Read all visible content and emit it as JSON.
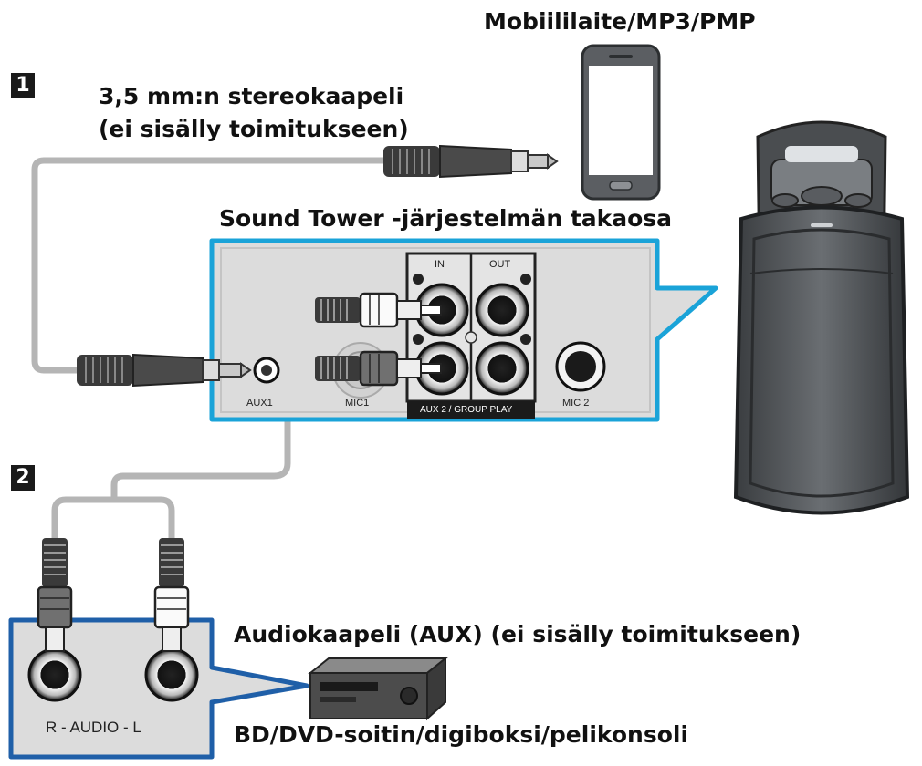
{
  "labels": {
    "device_mobile": "Mobiililaite/MP3/PMP",
    "cable_stereo": "3,5 mm:n stereokaapeli\n(ei sisälly toimitukseen)",
    "rear_panel": "Sound Tower -järjestelmän takaosa",
    "cable_aux": "Audiokaapeli (AUX) (ei sisälly toimitukseen)",
    "device_player": "BD/DVD-soitin/digiboksi/pelikonsoli"
  },
  "steps": {
    "one": "1",
    "two": "2"
  },
  "ports": {
    "aux1": "AUX1",
    "mic1": "MIC1",
    "aux2": "AUX 2 / GROUP PLAY",
    "mic2": "MIC 2",
    "in": "IN",
    "out": "OUT",
    "audio": "R - AUDIO - L"
  },
  "colors": {
    "highlight": "#1aa3d8",
    "panel": "#dcdcdc",
    "cable": "#b5b5b5"
  }
}
